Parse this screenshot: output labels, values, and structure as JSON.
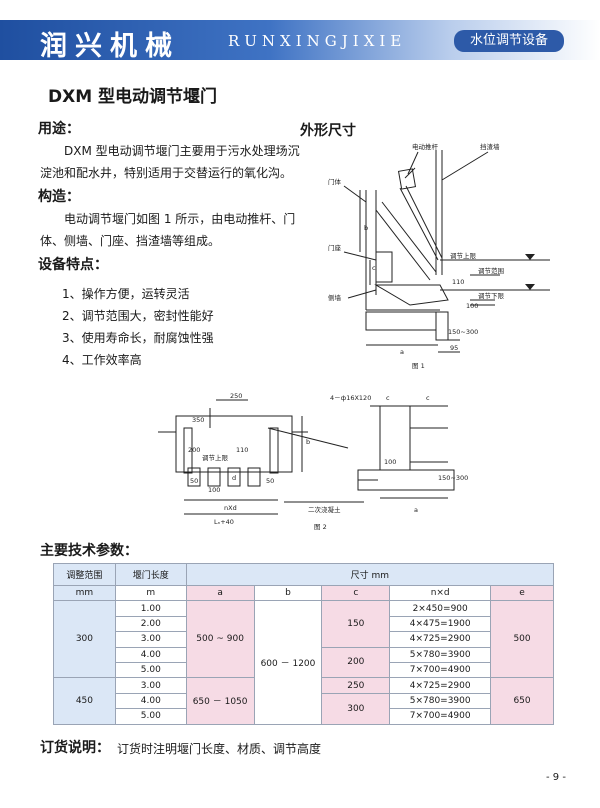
{
  "header": {
    "brand": "润兴机械",
    "brand_en": "RUNXINGJIXIE",
    "category": "水位调节设备"
  },
  "title": "DXM 型电动调节堰门",
  "usage": {
    "heading": "用途：",
    "text_line1": "DXM 型电动调节堰门主要用于污水处理场沉",
    "text_line2": "淀池和配水井，特别适用于交替运行的氧化沟。"
  },
  "structure": {
    "heading": "构造：",
    "text_line1": "电动调节堰门如图 1 所示，由电动推杆、门",
    "text_line2": "体、侧墙、门座、挡渣墙等组成。"
  },
  "features": {
    "heading": "设备特点：",
    "items": [
      "1、操作方便，运转灵活",
      "2、调节范围大，密封性能好",
      "3、使用寿命长，耐腐蚀性强",
      "4、工作效率高"
    ]
  },
  "figure1": {
    "heading": "外形尺寸",
    "labels": {
      "push_rod": "电动推杆",
      "baffle": "挡渣墙",
      "door_body": "门体",
      "door_seat": "门座",
      "side_wall": "侧墙",
      "upper_limit": "调节上限",
      "range": "调节范围",
      "lower_limit": "调节下限",
      "b": "b",
      "c": "c",
      "a": "a",
      "d110": "110",
      "d100": "100",
      "d150_300": "150~300",
      "d95": "95",
      "caption": "图 1"
    }
  },
  "figure2": {
    "labels": {
      "d250": "250",
      "d350": "350",
      "b": "b",
      "d200": "200",
      "upper": "调节上限",
      "d110": "110",
      "d50": "50",
      "d100": "100",
      "d": "d",
      "d50b": "50",
      "nxd": "nXd",
      "lw": "Lₙ+40",
      "bolt": "4－ф16X120",
      "c1": "c",
      "c2": "c",
      "d100b": "100",
      "d150_300": "150~300",
      "a": "a",
      "concrete": "二次浇凝土",
      "caption": "图 2"
    }
  },
  "params": {
    "heading": "主要技术参数：",
    "header": {
      "range": "调整范围",
      "length": "堰门长度",
      "size": "尺寸 mm",
      "unit_mm": "mm",
      "unit_m": "m",
      "a": "a",
      "b": "b",
      "c": "c",
      "nd": "n×d",
      "e": "e"
    },
    "rows": [
      {
        "range": "300",
        "len": "1.00",
        "a": "500 ~ 900",
        "b": "600 － 1200",
        "c": "150",
        "nd": "2×450=900",
        "e": "500"
      },
      {
        "len": "2.00",
        "nd": "4×475=1900"
      },
      {
        "len": "3.00",
        "nd": "4×725=2900"
      },
      {
        "len": "4.00",
        "c": "200",
        "nd": "5×780=3900"
      },
      {
        "len": "5.00",
        "nd": "7×700=4900"
      },
      {
        "range": "450",
        "len": "3.00",
        "a": "650 － 1050",
        "c": "250",
        "nd": "4×725=2900",
        "e": "650"
      },
      {
        "len": "4.00",
        "c": "300",
        "nd": "5×780=3900"
      },
      {
        "len": "5.00",
        "nd": "7×700=4900"
      }
    ]
  },
  "order": {
    "label": "订货说明：",
    "text": "订货时注明堰门长度、材质、调节高度"
  },
  "page_number": "- 9 -"
}
